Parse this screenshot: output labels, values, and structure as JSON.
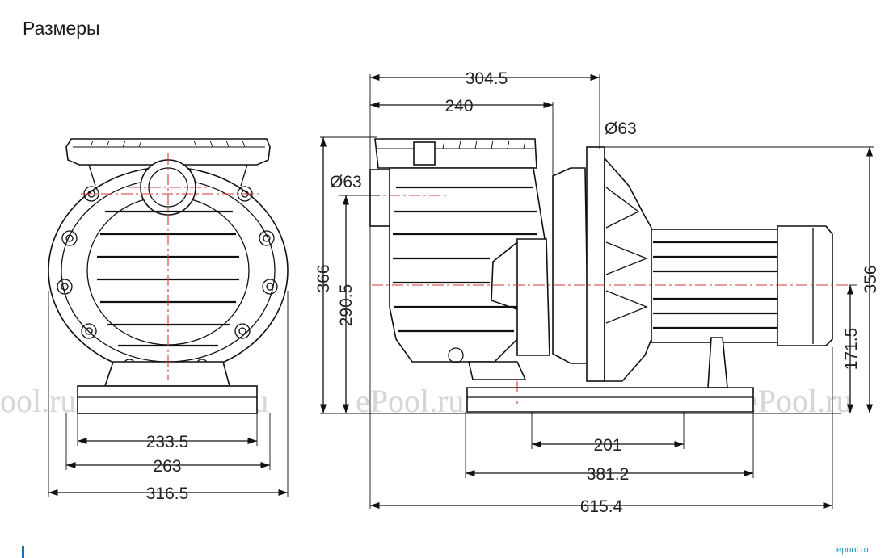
{
  "title": "Размеры",
  "watermark": "ePool.ru",
  "logo": "epool.ru",
  "colors": {
    "centerline": "#d43a3a",
    "line": "#111111",
    "logo": "#1f9bb0",
    "watermark": "#d6d6d6"
  },
  "front_view": {
    "width_233": "233.5",
    "width_263": "263",
    "width_316": "316.5"
  },
  "side_view": {
    "length_304": "304.5",
    "length_240": "240",
    "diam_outlet": "Ø63",
    "diam_inlet": "Ø63",
    "height_366": "366",
    "height_290": "290.5",
    "height_356": "356",
    "height_171": "171.5",
    "base_201": "201",
    "base_381": "381.2",
    "total_615": "615.4"
  }
}
